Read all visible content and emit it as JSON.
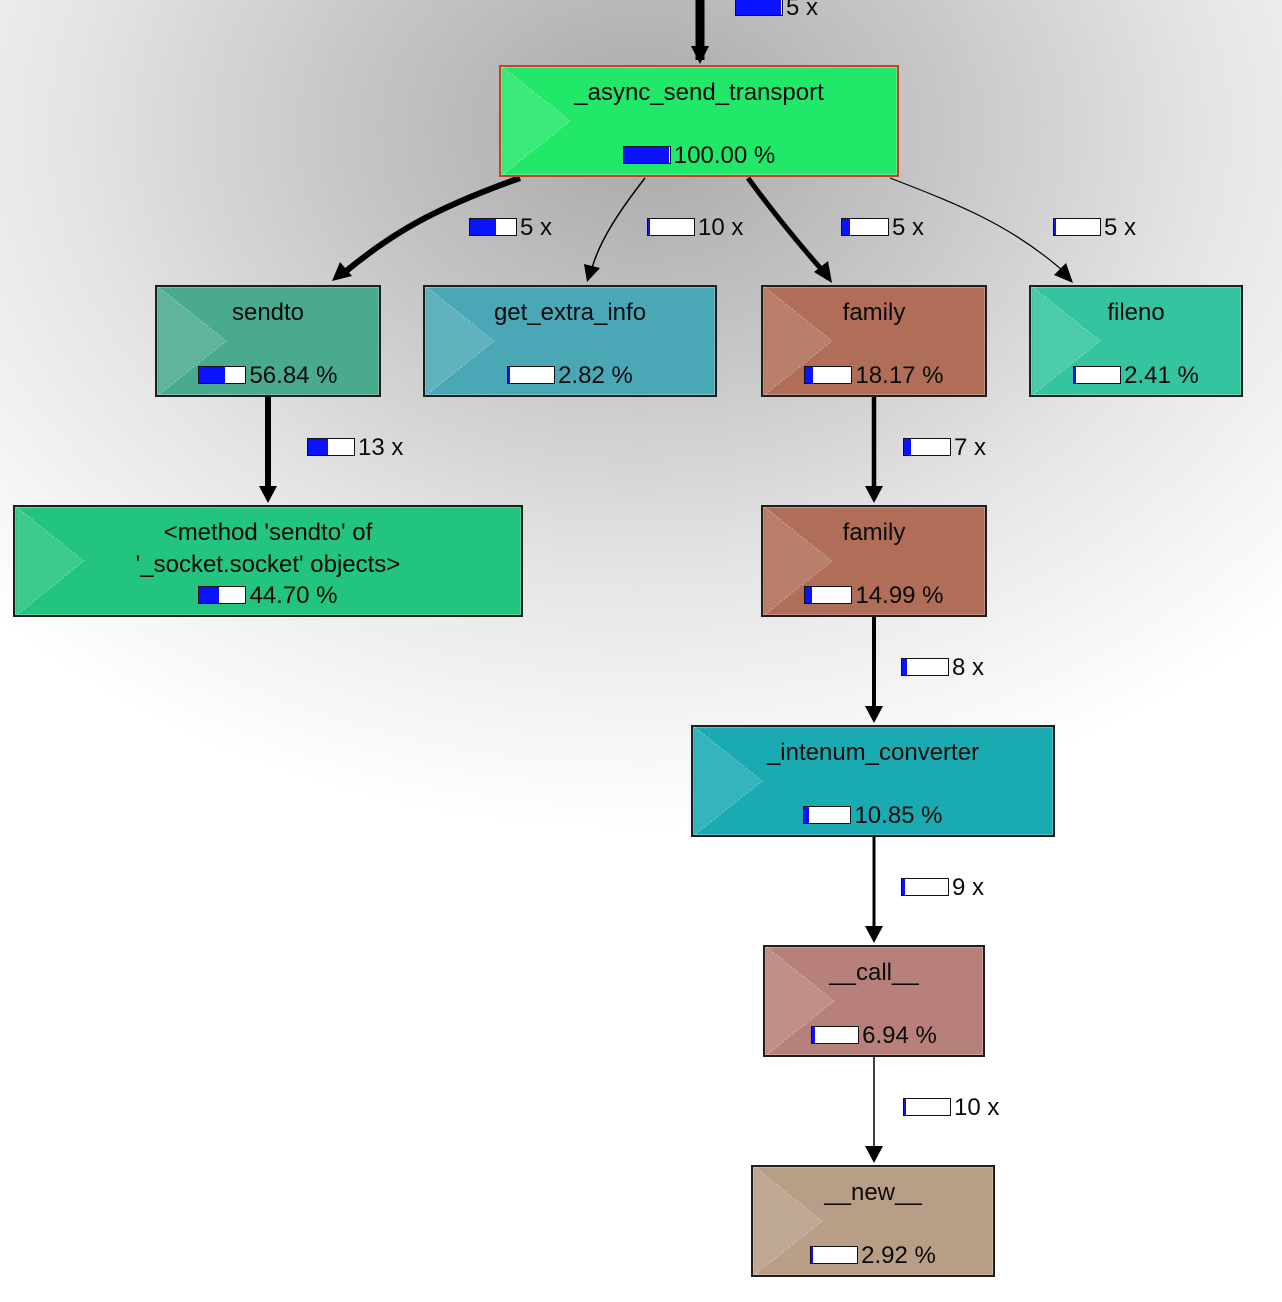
{
  "nodes": [
    {
      "id": "n0",
      "name": "_async_send_transport",
      "percent": "100.00 %",
      "value": 1.0,
      "color": "#22e86a",
      "selected": true
    },
    {
      "id": "n1",
      "name": "sendto",
      "percent": "56.84 %",
      "value": 0.5684,
      "color": "#4aaa8e"
    },
    {
      "id": "n2",
      "name": "get_extra_info",
      "percent": "2.82 %",
      "value": 0.0282,
      "color": "#4aa8b6"
    },
    {
      "id": "n3",
      "name": "family",
      "percent": "18.17 %",
      "value": 0.1817,
      "color": "#b06e58"
    },
    {
      "id": "n4",
      "name": "fileno",
      "percent": "2.41 %",
      "value": 0.0241,
      "color": "#34c4a0"
    },
    {
      "id": "n5",
      "name": "<method 'sendto' of '_socket.socket' objects>",
      "percent": "44.70 %",
      "value": 0.447,
      "color": "#22c47e"
    },
    {
      "id": "n6",
      "name": "family",
      "percent": "14.99 %",
      "value": 0.1499,
      "color": "#b06e58"
    },
    {
      "id": "n7",
      "name": "_intenum_converter",
      "percent": "10.85 %",
      "value": 0.1085,
      "color": "#1aaab2"
    },
    {
      "id": "n8",
      "name": "__call__",
      "percent": "6.94 %",
      "value": 0.0694,
      "color": "#b8807a"
    },
    {
      "id": "n9",
      "name": "__new__",
      "percent": "2.92 %",
      "value": 0.0292,
      "color": "#b89e86"
    }
  ],
  "edges": [
    {
      "id": "e0",
      "from": "",
      "to": "n0",
      "calls": "5 x",
      "value": 1.0
    },
    {
      "id": "e1",
      "from": "n0",
      "to": "n1",
      "calls": "5 x",
      "value": 0.5684
    },
    {
      "id": "e2",
      "from": "n0",
      "to": "n2",
      "calls": "10 x",
      "value": 0.0282
    },
    {
      "id": "e3",
      "from": "n0",
      "to": "n3",
      "calls": "5 x",
      "value": 0.1817
    },
    {
      "id": "e4",
      "from": "n0",
      "to": "n4",
      "calls": "5 x",
      "value": 0.0241
    },
    {
      "id": "e5",
      "from": "n1",
      "to": "n5",
      "calls": "13 x",
      "value": 0.447
    },
    {
      "id": "e6",
      "from": "n3",
      "to": "n6",
      "calls": "7 x",
      "value": 0.1499
    },
    {
      "id": "e7",
      "from": "n6",
      "to": "n7",
      "calls": "8 x",
      "value": 0.1085
    },
    {
      "id": "e8",
      "from": "n7",
      "to": "n8",
      "calls": "9 x",
      "value": 0.0694
    },
    {
      "id": "e9",
      "from": "n8",
      "to": "n9",
      "calls": "10 x",
      "value": 0.0292
    }
  ]
}
